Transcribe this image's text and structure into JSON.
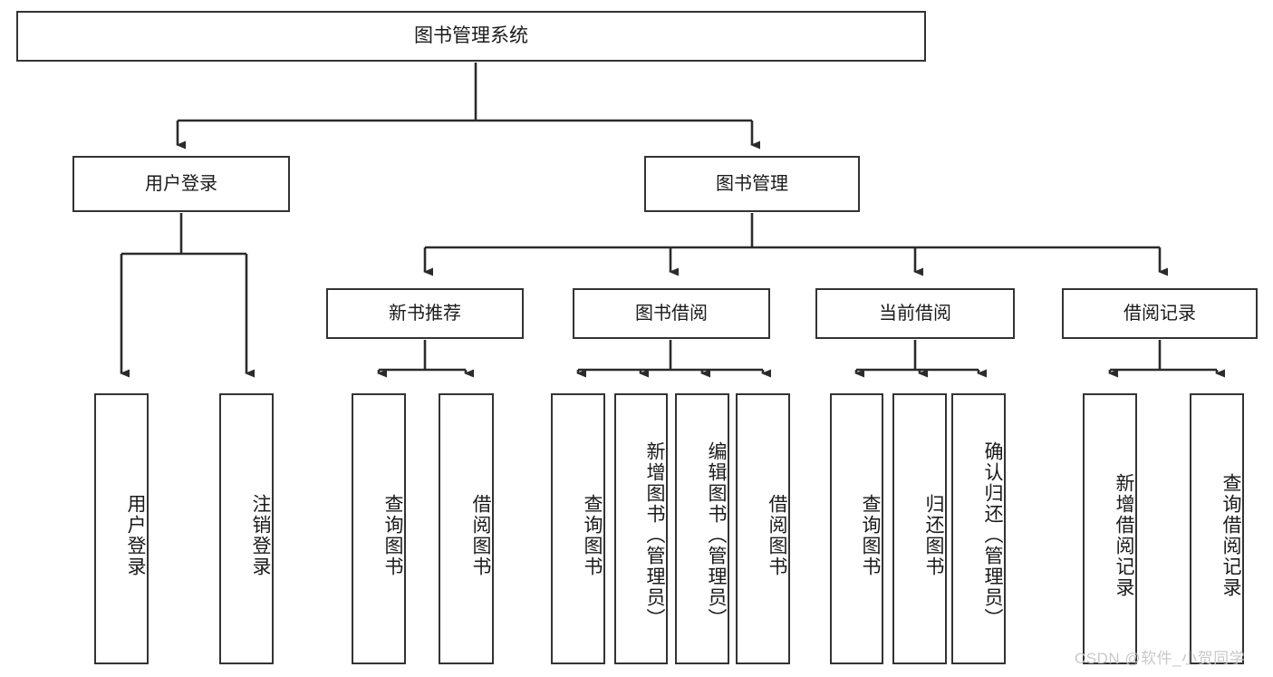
{
  "diagram": {
    "title": "图书管理系统",
    "style": {
      "box_border": "#333333",
      "box_fill": "#ffffff",
      "line": "#2b2b2b",
      "text": "#1a1a1a",
      "background": "#ffffff"
    },
    "root": {
      "label": "图书管理系统"
    },
    "level2": [
      {
        "label": "用户登录"
      },
      {
        "label": "图书管理"
      }
    ],
    "level3": [
      {
        "label": "新书推荐"
      },
      {
        "label": "图书借阅"
      },
      {
        "label": "当前借阅"
      },
      {
        "label": "借阅记录"
      }
    ],
    "leaves": [
      {
        "label": "用户登录",
        "parent": "用户登录"
      },
      {
        "label": "注销登录",
        "parent": "用户登录"
      },
      {
        "label": "查询图书",
        "parent": "新书推荐"
      },
      {
        "label": "借阅图书",
        "parent": "新书推荐"
      },
      {
        "label": "查询图书",
        "parent": "图书借阅"
      },
      {
        "label": "新增图书（管理员）",
        "parent": "图书借阅"
      },
      {
        "label": "编辑图书（管理员）",
        "parent": "图书借阅"
      },
      {
        "label": "借阅图书",
        "parent": "图书借阅"
      },
      {
        "label": "查询图书",
        "parent": "当前借阅"
      },
      {
        "label": "归还图书",
        "parent": "当前借阅"
      },
      {
        "label": "确认归还（管理员）",
        "parent": "当前借阅"
      },
      {
        "label": "新增借阅记录",
        "parent": "借阅记录"
      },
      {
        "label": "查询借阅记录",
        "parent": "借阅记录"
      }
    ]
  },
  "watermark": {
    "text": "CSDN @软件_小贺同学"
  }
}
